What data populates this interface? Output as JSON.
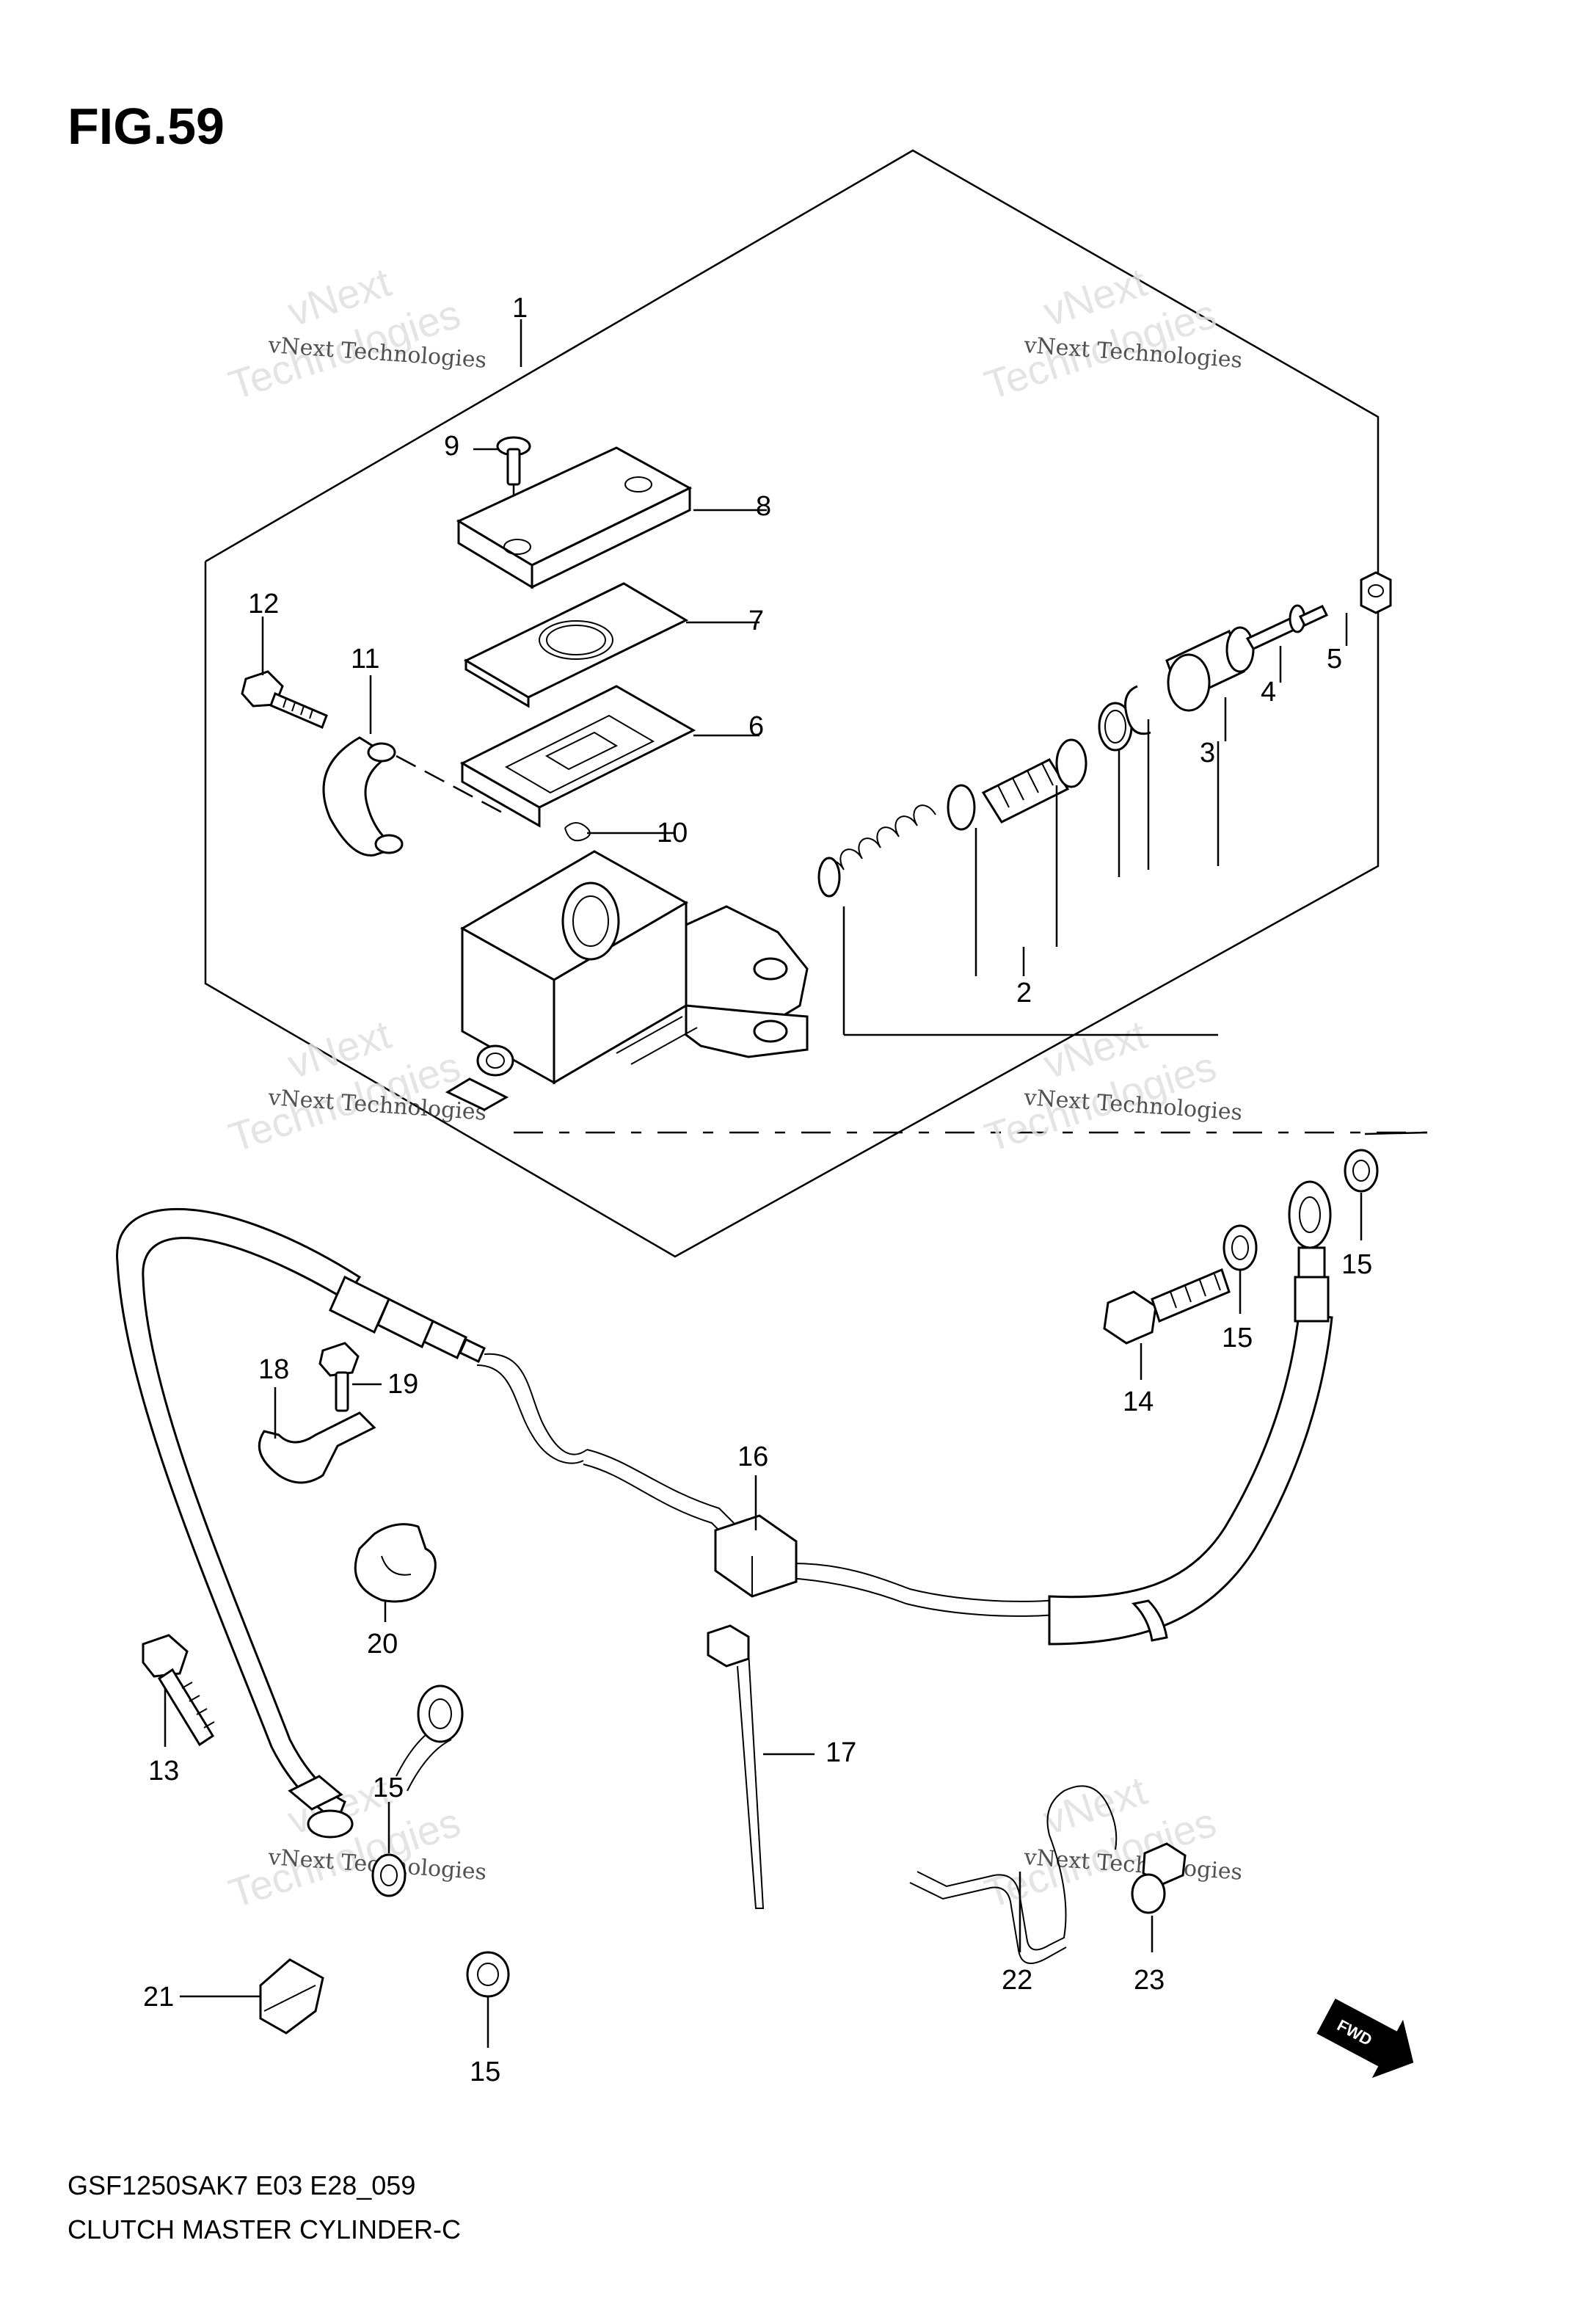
{
  "figure": {
    "title": "FIG.59"
  },
  "footer": {
    "model_code": "GSF1250SAK7 E03 E28_059",
    "diagram_name": "CLUTCH MASTER CYLINDER-C"
  },
  "watermark": {
    "line_small": "vNext Technologies",
    "line_big_top": "vNext",
    "line_big_bottom": "Technologies"
  },
  "direction_badge": {
    "label": "FWD"
  },
  "part_labels": {
    "p1": "1",
    "p2": "2",
    "p3": "3",
    "p4": "4",
    "p5": "5",
    "p6": "6",
    "p7": "7",
    "p8": "8",
    "p9": "9",
    "p10": "10",
    "p11": "11",
    "p12": "12",
    "p13": "13",
    "p14": "14",
    "p15a": "15",
    "p15b": "15",
    "p15c": "15",
    "p15d": "15",
    "p16": "16",
    "p17": "17",
    "p18": "18",
    "p19": "19",
    "p20": "20",
    "p21": "21",
    "p22": "22",
    "p23": "23"
  }
}
